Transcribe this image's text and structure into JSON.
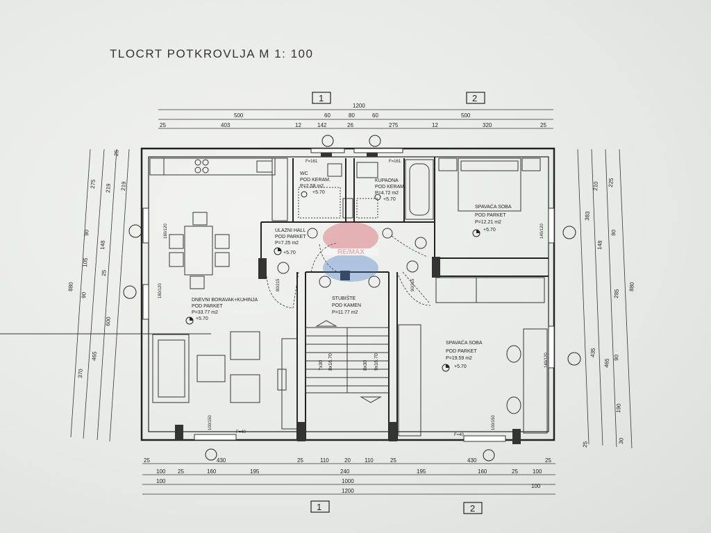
{
  "title": "TLOCRT POTKROVLJA   M 1: 100",
  "section_markers": [
    "1",
    "2"
  ],
  "rooms": [
    {
      "name": "DNEVNI BORAVAK+KUHINJA",
      "floor": "POD PARKET",
      "area": "P=33.77 m2",
      "level": "+5.70"
    },
    {
      "name": "WC",
      "floor": "POD KERAM.",
      "area": "P=2.58 m2",
      "level": "+5.70"
    },
    {
      "name": "KUPAONA",
      "floor": "POD KERAM.",
      "area": "P=4.72 m2",
      "level": "+5.70"
    },
    {
      "name": "ULAZNI HALL",
      "floor": "POD PARKET",
      "area": "P=7.25 m2",
      "level": "+5.70"
    },
    {
      "name": "STUBIŠTE",
      "floor": "POD KAMEN",
      "area": "P=11.77 m2",
      "level": ""
    },
    {
      "name": "SPAVAĆA SOBA",
      "floor": "POD PARKET",
      "area": "P=12.21 m2",
      "level": "+5.70"
    },
    {
      "name": "SPAVAĆA SOBA",
      "floor": "POD PARKET",
      "area": "P=19.59 m2",
      "level": "+5.70"
    }
  ],
  "stairs": [
    "7x30",
    "8x16.70",
    "8x30",
    "9x16.70"
  ],
  "watermark": "RE/MAX",
  "dims_top": {
    "row1": [
      "1200"
    ],
    "row2": [
      "500",
      "60",
      "80",
      "60",
      "500"
    ],
    "row3": [
      "25",
      "403",
      "12",
      "142",
      "26",
      "275",
      "12",
      "320",
      "25"
    ]
  },
  "dims_bottom": {
    "row1": [
      "25",
      "430",
      "25",
      "110",
      "20",
      "110",
      "25",
      "430",
      "25"
    ],
    "row2": [
      "100",
      "25",
      "160",
      "195",
      "240",
      "195",
      "160",
      "25",
      "100"
    ],
    "row3": [
      "100",
      "1000",
      "100"
    ],
    "row4": [
      "1200"
    ]
  },
  "dims_left": [
    "880",
    "370",
    "465",
    "600",
    "90",
    "105",
    "90",
    "148",
    "25",
    "275",
    "219",
    "219",
    "25"
  ],
  "dims_right": [
    "880",
    "225",
    "285",
    "90",
    "190",
    "30",
    "210",
    "383",
    "148",
    "465",
    "435",
    "90",
    "25"
  ],
  "small_notes": [
    "F=40",
    "F=40",
    "F=161",
    "F=161",
    "80/215",
    "90/215",
    "100/150",
    "100/150",
    "180/120",
    "180/120",
    "140/120",
    "140/120"
  ]
}
